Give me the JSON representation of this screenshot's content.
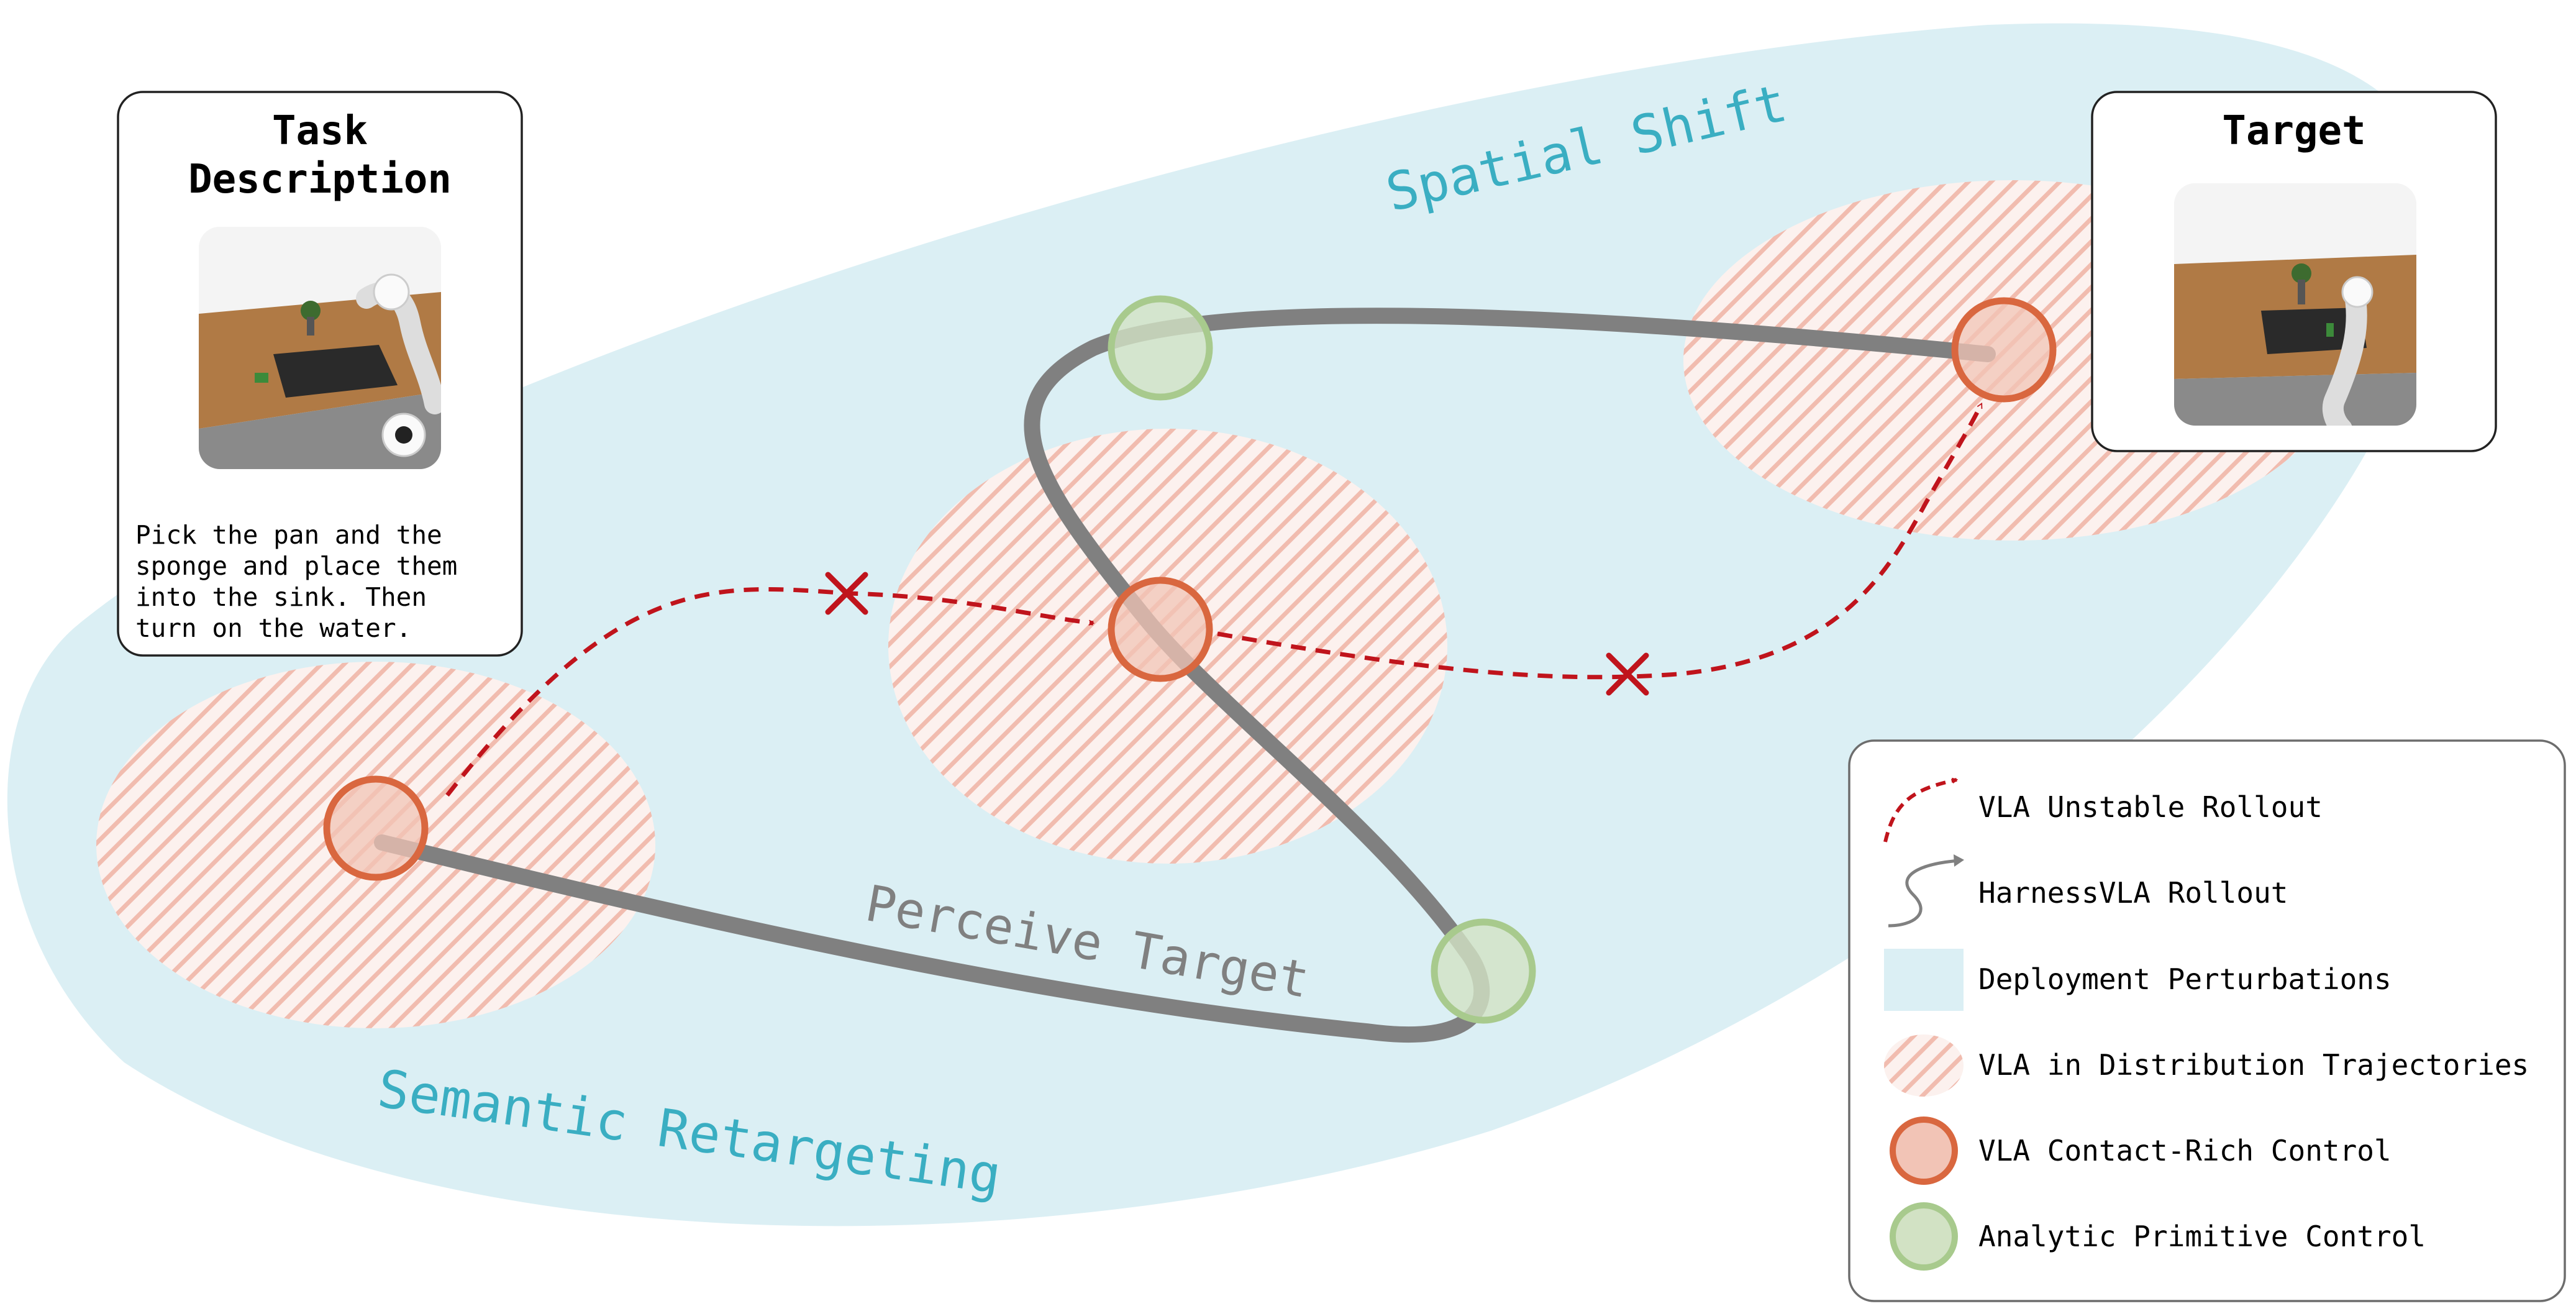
{
  "task_card": {
    "title": "Task Description",
    "description": "Pick the pan and the sponge and place them into the sink. Then turn on the water."
  },
  "target_card": {
    "title": "Target"
  },
  "region_labels": {
    "spatial_shift": "Spatial Shift",
    "semantic_retargeting": "Semantic Retargeting",
    "perceive_target": "Perceive Target"
  },
  "legend": [
    {
      "id": "unstable",
      "label": "VLA Unstable Rollout"
    },
    {
      "id": "harness",
      "label": "HarnessVLA Rollout"
    },
    {
      "id": "perturb",
      "label": "Deployment Perturbations"
    },
    {
      "id": "indist",
      "label": "VLA in Distribution Trajectories"
    },
    {
      "id": "contact",
      "label": "VLA Contact-Rich Control"
    },
    {
      "id": "analytic",
      "label": "Analytic Primitive Control"
    }
  ],
  "colors": {
    "perturbation_fill": "#dbeff4",
    "region_text": "#3aaec2",
    "harness_path": "#808080",
    "unstable_path": "#c0141c",
    "contact_ring": "#d9673f",
    "contact_fill": "#f2c4b6",
    "analytic_ring": "#a8ca8d",
    "analytic_fill": "#d2e2c4",
    "hatch": "#f1b9ac"
  }
}
